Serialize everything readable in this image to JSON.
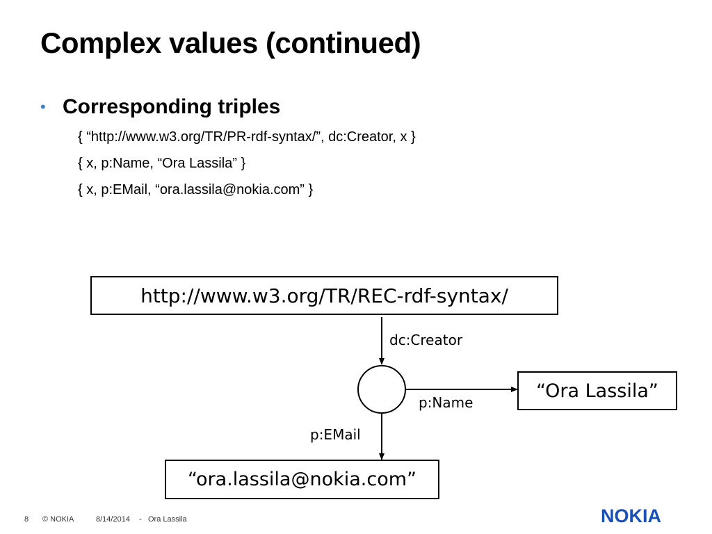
{
  "slide": {
    "title": "Complex values (continued)",
    "bullet": "Corresponding triples",
    "triples": [
      "{ “http://www.w3.org/TR/PR-rdf-syntax/”, dc:Creator, x }",
      "{ x, p:Name, “Ora Lassila” }",
      "{ x, p:EMail, “ora.lassila@nokia.com” }"
    ]
  },
  "diagram": {
    "resource_node": "http://www.w3.org/TR/REC-rdf-syntax/",
    "name_node": "“Ora Lassila”",
    "email_node": "“ora.lassila@nokia.com”",
    "edge_creator": "dc:Creator",
    "edge_name": "p:Name",
    "edge_email": "p:EMail"
  },
  "footer": {
    "page": "8",
    "copyright": "© NOKIA",
    "date": "8/14/2014",
    "separator": "-",
    "author": "Ora Lassila"
  },
  "logo": "NOKIA",
  "colors": {
    "bullet": "#3f7fd0",
    "logo": "#1a4fb6"
  }
}
